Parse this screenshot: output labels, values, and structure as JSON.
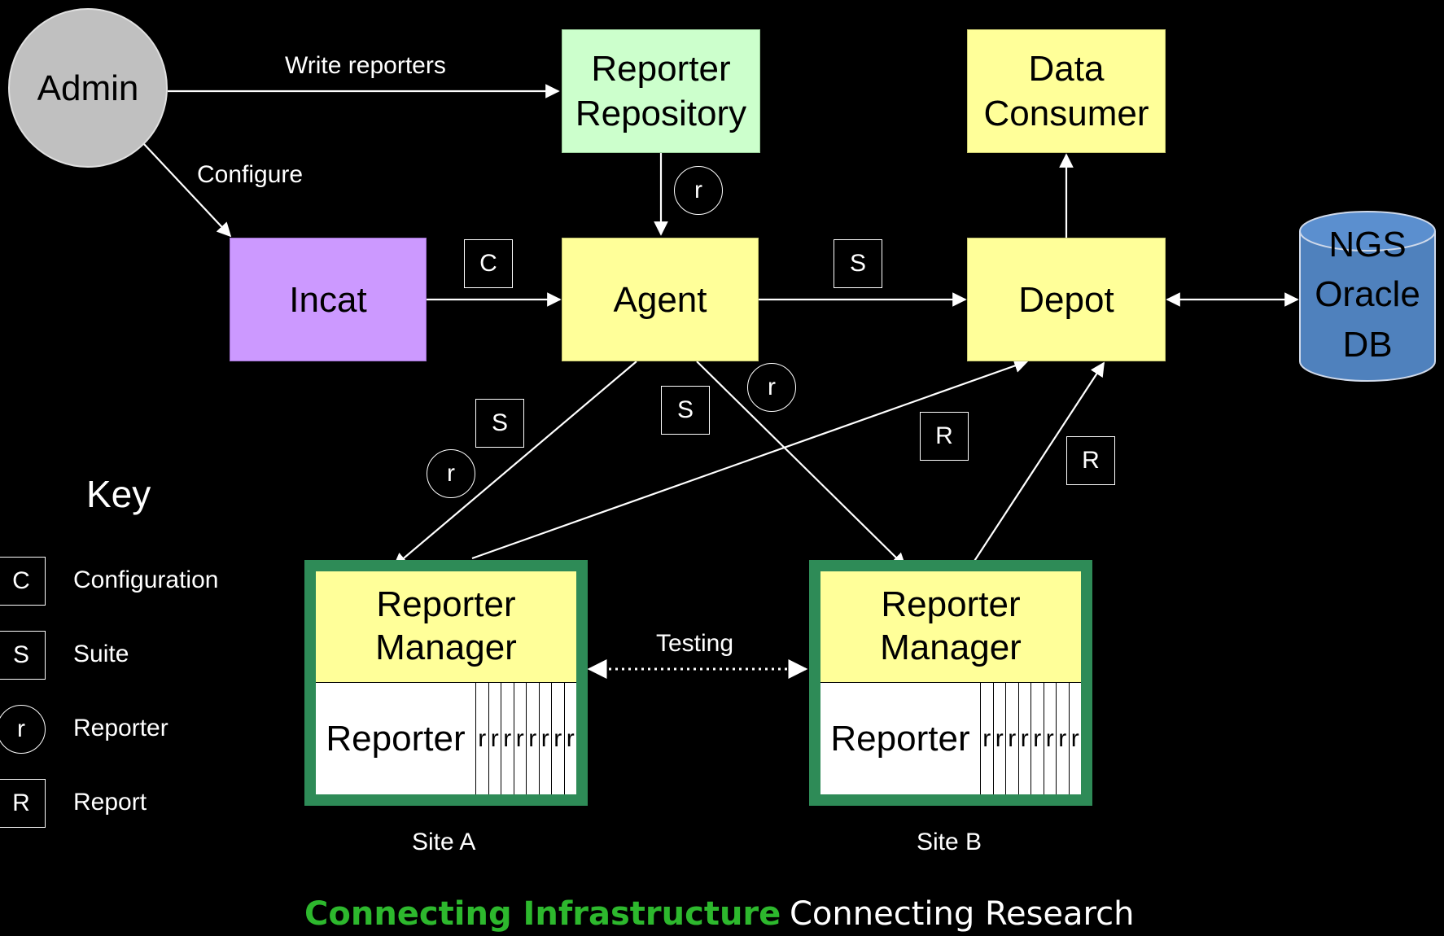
{
  "nodes": {
    "admin": "Admin",
    "reporter_repository": "Reporter Repository",
    "data_consumer": "Data Consumer",
    "incat": "Incat",
    "agent": "Agent",
    "depot": "Depot",
    "db_line1": "NGS",
    "db_line2": "Oracle",
    "db_line3": "DB"
  },
  "edges": {
    "write_reporters": "Write reporters",
    "configure": "Configure",
    "testing": "Testing"
  },
  "markers": {
    "C": "C",
    "S": "S",
    "r": "r",
    "R": "R"
  },
  "sites": [
    {
      "manager": "Reporter Manager",
      "reporter": "Reporter",
      "slot": "r",
      "slots": 8,
      "name": "Site A"
    },
    {
      "manager": "Reporter Manager",
      "reporter": "Reporter",
      "slot": "r",
      "slots": 8,
      "name": "Site B"
    }
  ],
  "key": {
    "title": "Key",
    "items": [
      {
        "symbol": "C",
        "shape": "square",
        "label": "Configuration"
      },
      {
        "symbol": "S",
        "shape": "square",
        "label": "Suite"
      },
      {
        "symbol": "r",
        "shape": "circle",
        "label": "Reporter"
      },
      {
        "symbol": "R",
        "shape": "square",
        "label": "Report"
      }
    ]
  },
  "footer": {
    "left": "Connecting Infrastructure",
    "right": "Connecting Research",
    "left_color": "#2db82d",
    "right_color": "#ffffff"
  },
  "colors": {
    "node_yellow": "#ffff99",
    "repository_green": "#ccffcc",
    "incat_purple": "#cc99ff",
    "admin_grey": "#c0c0c0",
    "db_blue": "#4f81bd",
    "site_border": "#2e8b57"
  }
}
